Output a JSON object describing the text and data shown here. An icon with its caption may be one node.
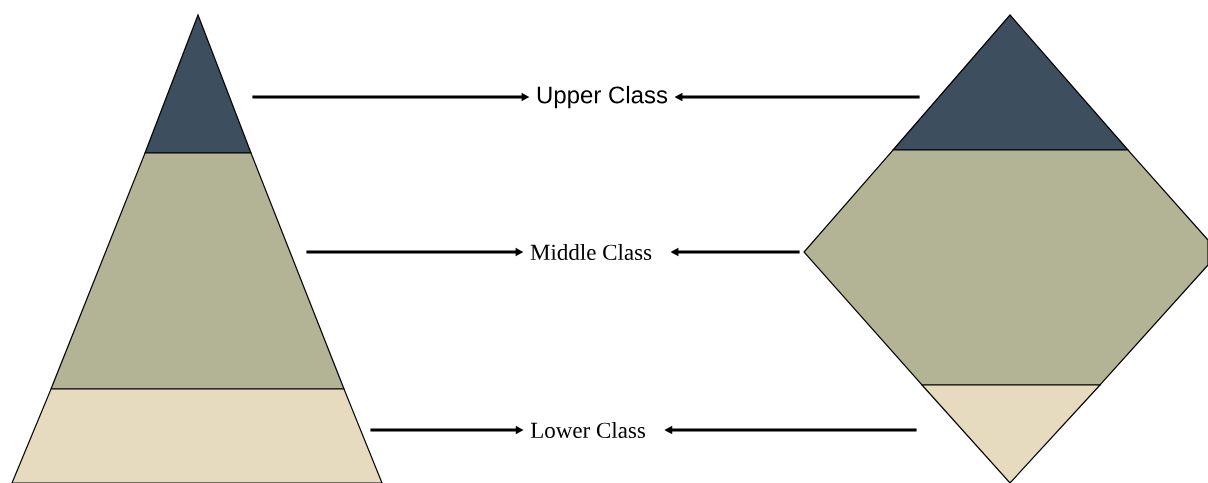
{
  "diagram": {
    "nodes": [
      {
        "text": [],
        "shape": "triangle"
      },
      {
        "text": [],
        "shape": "trapezoid"
      },
      {
        "text": [],
        "shape": "trapezoid"
      },
      {
        "text": [
          "Upper Class"
        ]
      },
      {
        "text": [
          "Middle Class"
        ]
      },
      {
        "text": [
          "Lower Class"
        ]
      },
      {
        "text": [],
        "shape": "triangle"
      },
      {
        "text": [],
        "shape": "hexagon"
      },
      {
        "text": [],
        "shape": "triangle"
      }
    ],
    "edges": [
      {
        "from": 0,
        "to": 3,
        "arrow": "to"
      },
      {
        "from": 6,
        "to": 3,
        "arrow": "to"
      },
      {
        "from": 1,
        "to": 4,
        "arrow": "to"
      },
      {
        "from": 7,
        "to": 4,
        "arrow": "to"
      },
      {
        "from": 2,
        "to": 5,
        "arrow": "to"
      },
      {
        "from": 8,
        "to": 5,
        "arrow": "to"
      }
    ]
  }
}
